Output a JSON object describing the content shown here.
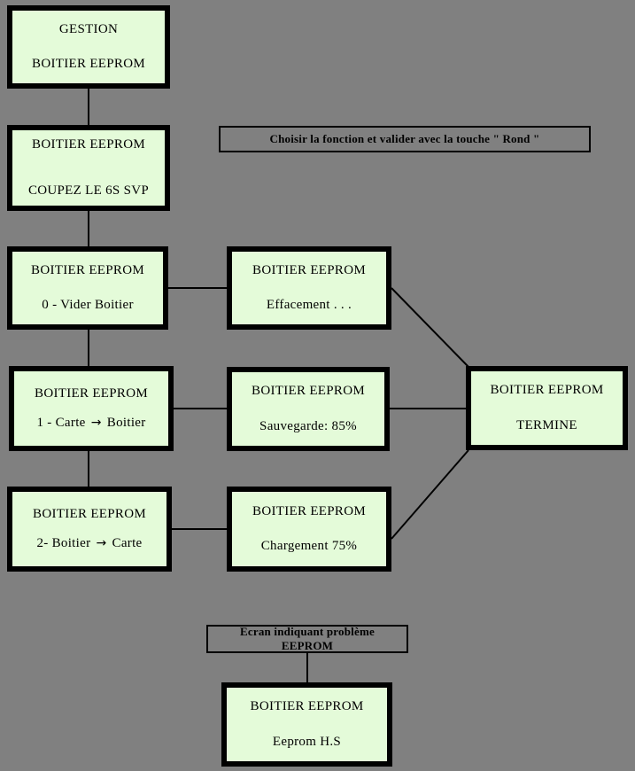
{
  "diagram": {
    "title": "GESTION BOITIER EEPROM",
    "background_color": "#808080",
    "node_fill_color": "#e4fbd9",
    "node_border_color": "#000000",
    "text_color": "#000000"
  },
  "nodes": {
    "gestion": {
      "line1": "GESTION",
      "line2": "BOITIER EEPROM"
    },
    "coupez": {
      "line1": "BOITIER EEPROM",
      "line2": "COUPEZ LE 6S SVP"
    },
    "vider": {
      "line1": "BOITIER EEPROM",
      "line2": "0 - Vider   Boitier"
    },
    "effacement": {
      "line1": "BOITIER EEPROM",
      "line2": "Effacement . . ."
    },
    "carte_vers_boitier": {
      "line1": "BOITIER EEPROM",
      "line2_prefix": "1 - Carte",
      "line2_arrow": "→",
      "line2_suffix": "Boitier"
    },
    "sauvegarde": {
      "line1": "BOITIER EEPROM",
      "line2": "Sauvegarde:     85%"
    },
    "termine": {
      "line1": "BOITIER EEPROM",
      "line2": "TERMINE"
    },
    "boitier_vers_carte": {
      "line1": "BOITIER EEPROM",
      "line2_prefix": "2-  Boitier",
      "line2_arrow": "→",
      "line2_suffix": "Carte"
    },
    "chargement": {
      "line1": "BOITIER EEPROM",
      "line2": "Chargement    75%"
    },
    "eeprom_hs": {
      "line1": "BOITIER EEPROM",
      "line2": "Eeprom H.S"
    }
  },
  "annotations": {
    "instruction": {
      "text": "Choisir la fonction et valider avec la touche \" Rond \""
    },
    "error_caption": {
      "line1": "Ecran indiquant problème",
      "line2": "EEPROM"
    }
  },
  "values": {
    "sauvegarde_percent": "85%",
    "chargement_percent": "75%"
  }
}
